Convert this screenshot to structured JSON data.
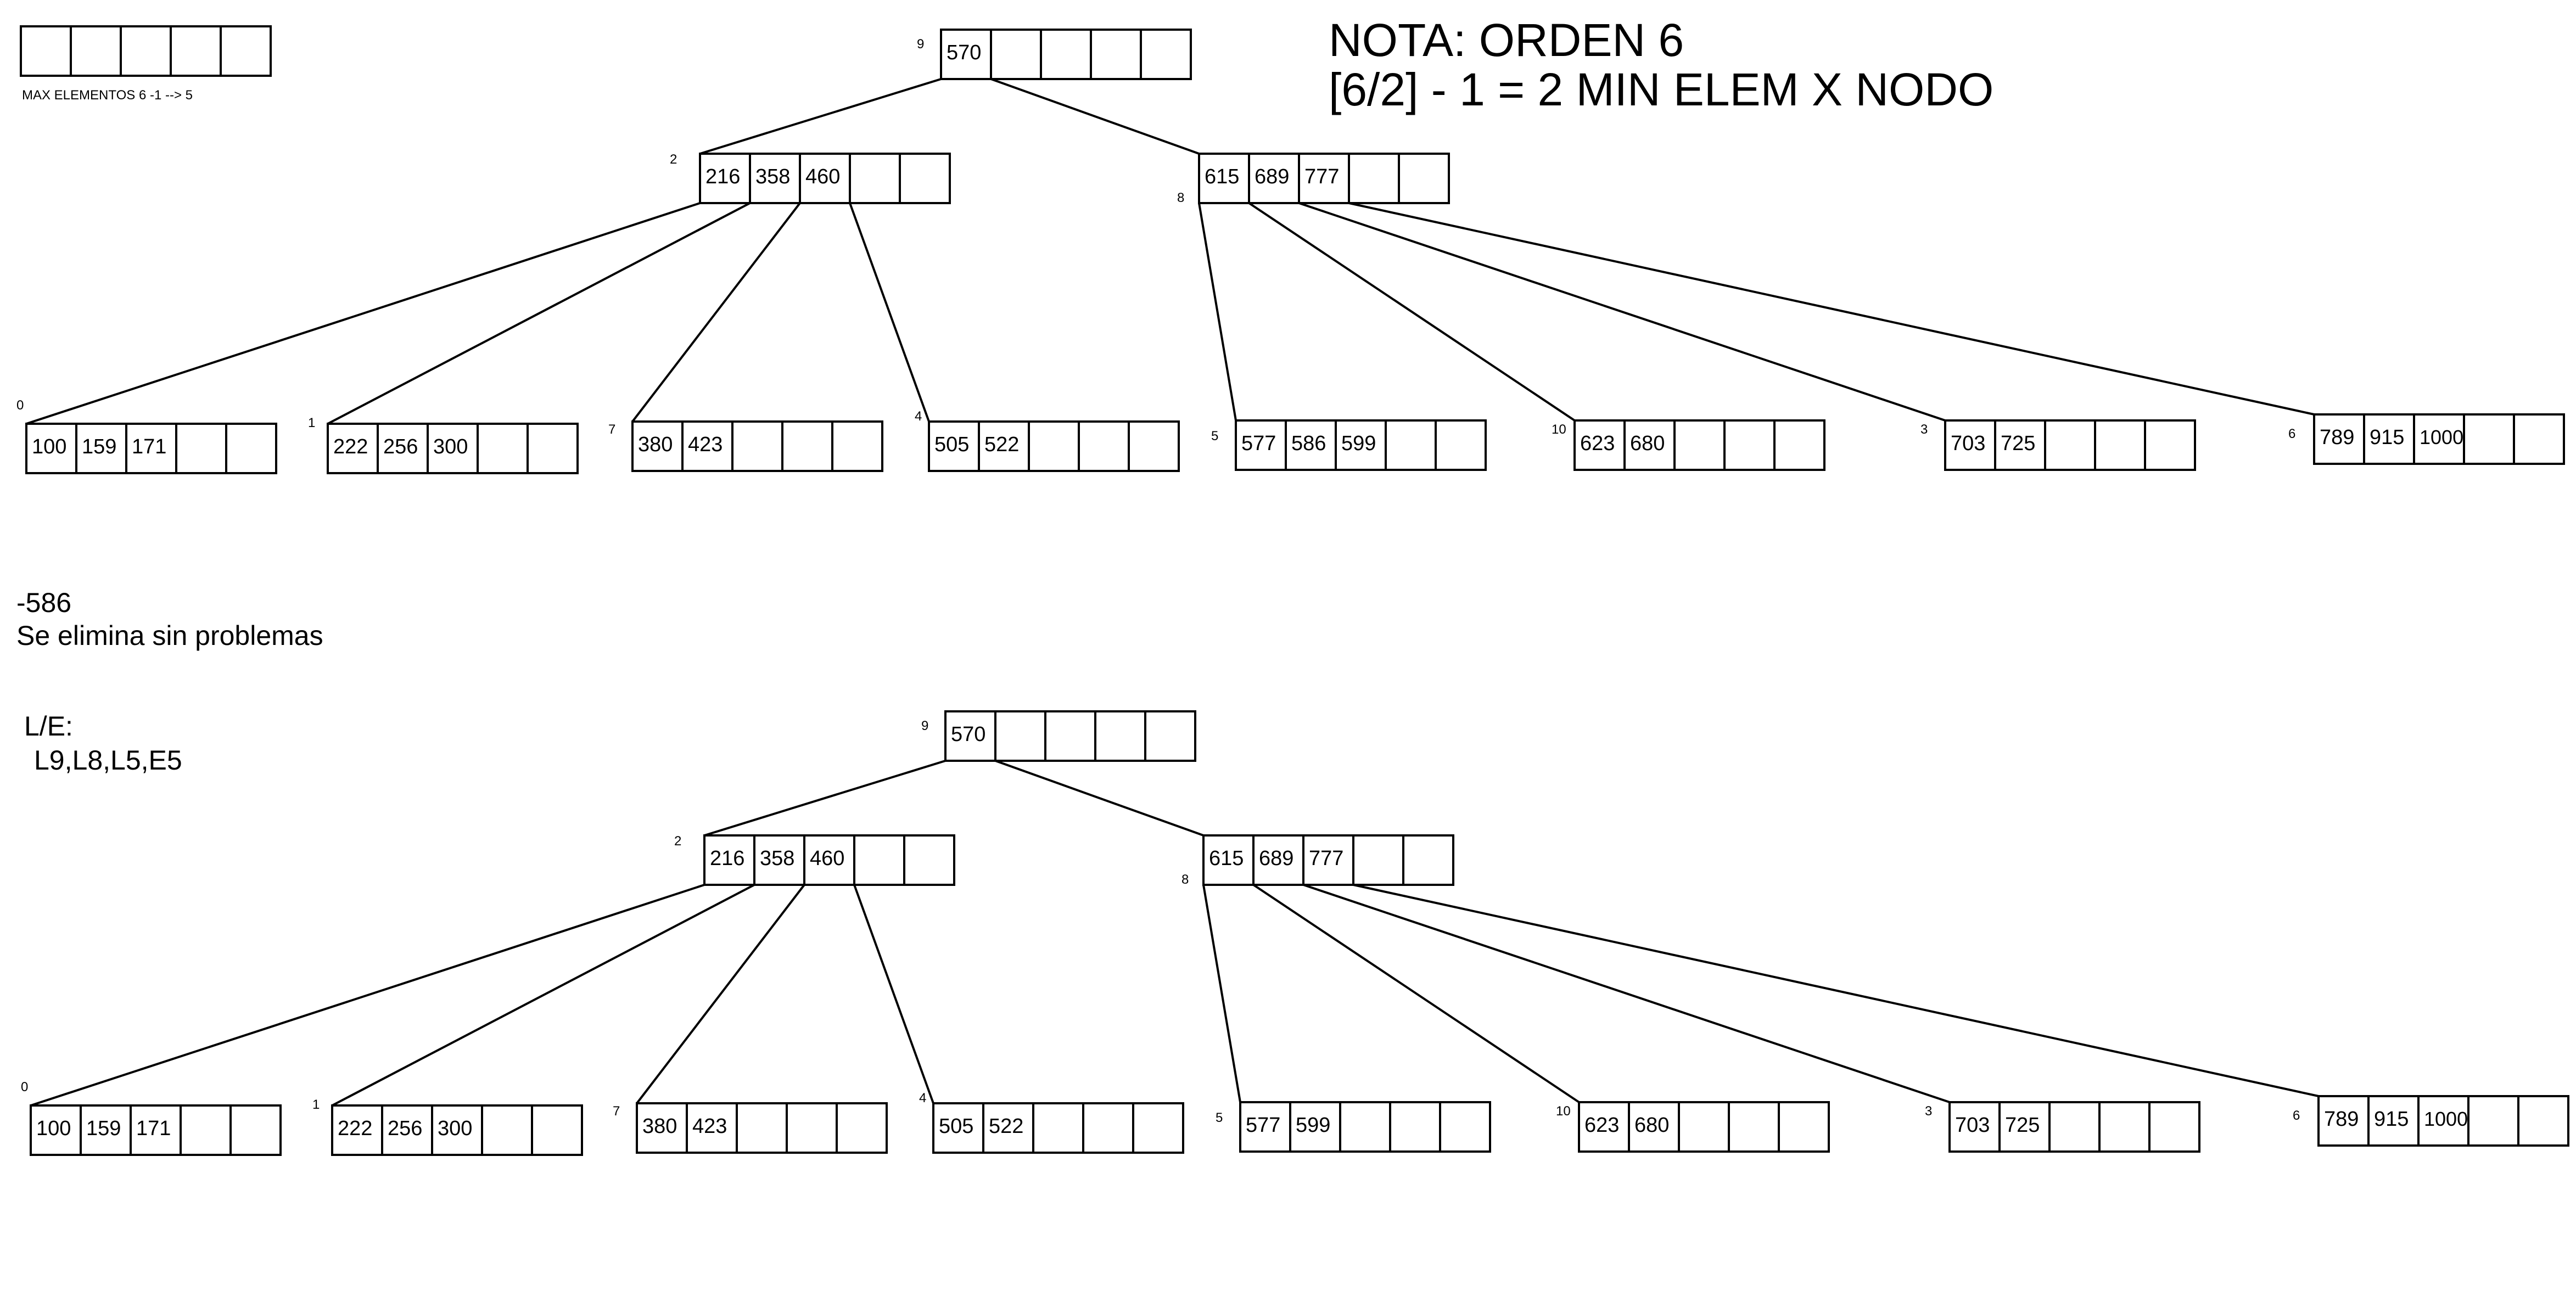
{
  "legend": {
    "label": "MAX ELEMENTOS 6 -1  --> 5",
    "slots": 5
  },
  "note": {
    "line1": "NOTA: ORDEN 6",
    "line2": "[6/2] - 1 = 2 MIN ELEM X NODO"
  },
  "operation": {
    "title": "-586",
    "description": "Se elimina sin problemas",
    "io_label": "L/E:",
    "io_sequence": "L9,L8,L5,E5"
  },
  "trees": [
    {
      "name": "before",
      "nodes": [
        {
          "id": "9",
          "keys": [
            "570"
          ]
        },
        {
          "id": "2",
          "keys": [
            "216",
            "358",
            "460"
          ]
        },
        {
          "id": "8",
          "keys": [
            "615",
            "689",
            "777"
          ]
        },
        {
          "id": "0",
          "keys": [
            "100",
            "159",
            "171"
          ]
        },
        {
          "id": "1",
          "keys": [
            "222",
            "256",
            "300"
          ]
        },
        {
          "id": "7",
          "keys": [
            "380",
            "423"
          ]
        },
        {
          "id": "4",
          "keys": [
            "505",
            "522"
          ]
        },
        {
          "id": "5",
          "keys": [
            "577",
            "586",
            "599"
          ]
        },
        {
          "id": "10",
          "keys": [
            "623",
            "680"
          ]
        },
        {
          "id": "3",
          "keys": [
            "703",
            "725"
          ]
        },
        {
          "id": "6",
          "keys": [
            "789",
            "915",
            "1000"
          ]
        }
      ]
    },
    {
      "name": "after",
      "nodes": [
        {
          "id": "9",
          "keys": [
            "570"
          ]
        },
        {
          "id": "2",
          "keys": [
            "216",
            "358",
            "460"
          ]
        },
        {
          "id": "8",
          "keys": [
            "615",
            "689",
            "777"
          ]
        },
        {
          "id": "0",
          "keys": [
            "100",
            "159",
            "171"
          ]
        },
        {
          "id": "1",
          "keys": [
            "222",
            "256",
            "300"
          ]
        },
        {
          "id": "7",
          "keys": [
            "380",
            "423"
          ]
        },
        {
          "id": "4",
          "keys": [
            "505",
            "522"
          ]
        },
        {
          "id": "5",
          "keys": [
            "577",
            "599"
          ]
        },
        {
          "id": "10",
          "keys": [
            "623",
            "680"
          ]
        },
        {
          "id": "3",
          "keys": [
            "703",
            "725"
          ]
        },
        {
          "id": "6",
          "keys": [
            "789",
            "915",
            "1000"
          ]
        }
      ]
    }
  ]
}
